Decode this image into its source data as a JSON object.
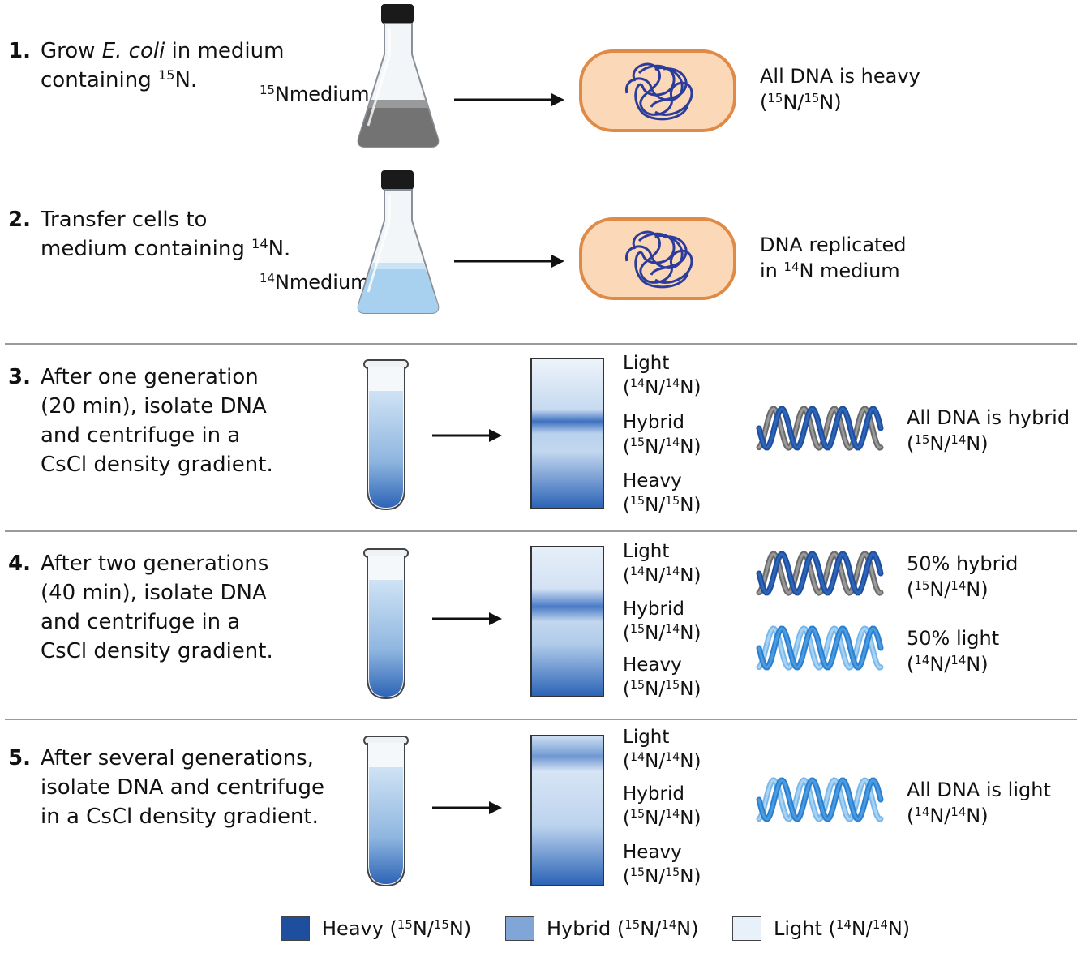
{
  "steps": [
    {
      "num": "1.",
      "lines": [
        [
          "Grow ",
          {
            "i": "E. coli"
          },
          " in medium"
        ],
        [
          "containing ",
          {
            "sup": "15"
          },
          "N."
        ]
      ]
    },
    {
      "num": "2.",
      "lines": [
        [
          "Transfer cells to"
        ],
        [
          "medium containing ",
          {
            "sup": "14"
          },
          "N."
        ]
      ]
    },
    {
      "num": "3.",
      "lines": [
        [
          "After one generation"
        ],
        [
          "(20 min), isolate DNA"
        ],
        [
          "and centrifuge in a"
        ],
        [
          "CsCl density gradient."
        ]
      ]
    },
    {
      "num": "4.",
      "lines": [
        [
          "After two generations"
        ],
        [
          "(40 min), isolate DNA"
        ],
        [
          "and centrifuge in a"
        ],
        [
          "CsCl density gradient."
        ]
      ]
    },
    {
      "num": "5.",
      "lines": [
        [
          "After several generations,"
        ],
        [
          "isolate DNA and centrifuge"
        ],
        [
          "in a CsCl density gradient."
        ]
      ]
    }
  ],
  "media": [
    {
      "lines": [
        [
          {
            "sup": "15"
          },
          "N"
        ],
        [
          "medium"
        ]
      ]
    },
    {
      "lines": [
        [
          {
            "sup": "14"
          },
          "N"
        ],
        [
          "medium"
        ]
      ]
    }
  ],
  "results": [
    {
      "lines": [
        [
          "All DNA is heavy"
        ],
        [
          "(",
          {
            "sup": "15"
          },
          "N/",
          {
            "sup": "15"
          },
          "N)"
        ]
      ]
    },
    {
      "lines": [
        [
          "DNA replicated"
        ],
        [
          "in ",
          {
            "sup": "14"
          },
          "N medium"
        ]
      ]
    },
    {
      "lines": [
        [
          "All DNA is hybrid"
        ],
        [
          "(",
          {
            "sup": "15"
          },
          "N/",
          {
            "sup": "14"
          },
          "N)"
        ]
      ]
    },
    {
      "lines": [
        [
          "50% hybrid"
        ],
        [
          "(",
          {
            "sup": "15"
          },
          "N/",
          {
            "sup": "14"
          },
          "N)"
        ]
      ]
    },
    {
      "lines": [
        [
          "50% light"
        ],
        [
          "(",
          {
            "sup": "14"
          },
          "N/",
          {
            "sup": "14"
          },
          "N)"
        ]
      ]
    },
    {
      "lines": [
        [
          "All DNA is light"
        ],
        [
          "(",
          {
            "sup": "14"
          },
          "N/",
          {
            "sup": "14"
          },
          "N)"
        ]
      ]
    }
  ],
  "band_labels": {
    "light": [
      [
        "Light"
      ],
      [
        "(",
        {
          "sup": "14"
        },
        "N/",
        {
          "sup": "14"
        },
        "N)"
      ]
    ],
    "hybrid": [
      [
        "Hybrid"
      ],
      [
        "(",
        {
          "sup": "15"
        },
        "N/",
        {
          "sup": "14"
        },
        "N)"
      ]
    ],
    "heavy": [
      [
        "Heavy"
      ],
      [
        "(",
        {
          "sup": "15"
        },
        "N/",
        {
          "sup": "15"
        },
        "N)"
      ]
    ]
  },
  "legend": [
    {
      "lines": [
        [
          "Heavy (",
          {
            "sup": "15"
          },
          "N/",
          {
            "sup": "15"
          },
          "N)"
        ]
      ],
      "color": "#1d4f9e"
    },
    {
      "lines": [
        [
          "Hybrid (",
          {
            "sup": "15"
          },
          "N/",
          {
            "sup": "14"
          },
          "N)"
        ]
      ],
      "color": "#7fa6d6"
    },
    {
      "lines": [
        [
          "Light (",
          {
            "sup": "14"
          },
          "N/",
          {
            "sup": "14"
          },
          "N)"
        ]
      ],
      "color": "#e8f0fa"
    }
  ],
  "colors": {
    "heavy": "#1d4f9e",
    "hybrid": "#7fa6d6",
    "light": "#e8f0fa",
    "cell_fill": "#fbd9b8",
    "cell_border": "#e08a47",
    "dna_coil": "#2b3c9c",
    "heavy_medium": "#6f6f6f",
    "light_medium": "#a8d0ef"
  },
  "icons": [
    "flask-icon",
    "cell-icon",
    "test-tube-icon",
    "gradient-tube-icon",
    "dna-helix-icon",
    "arrow-icon"
  ]
}
